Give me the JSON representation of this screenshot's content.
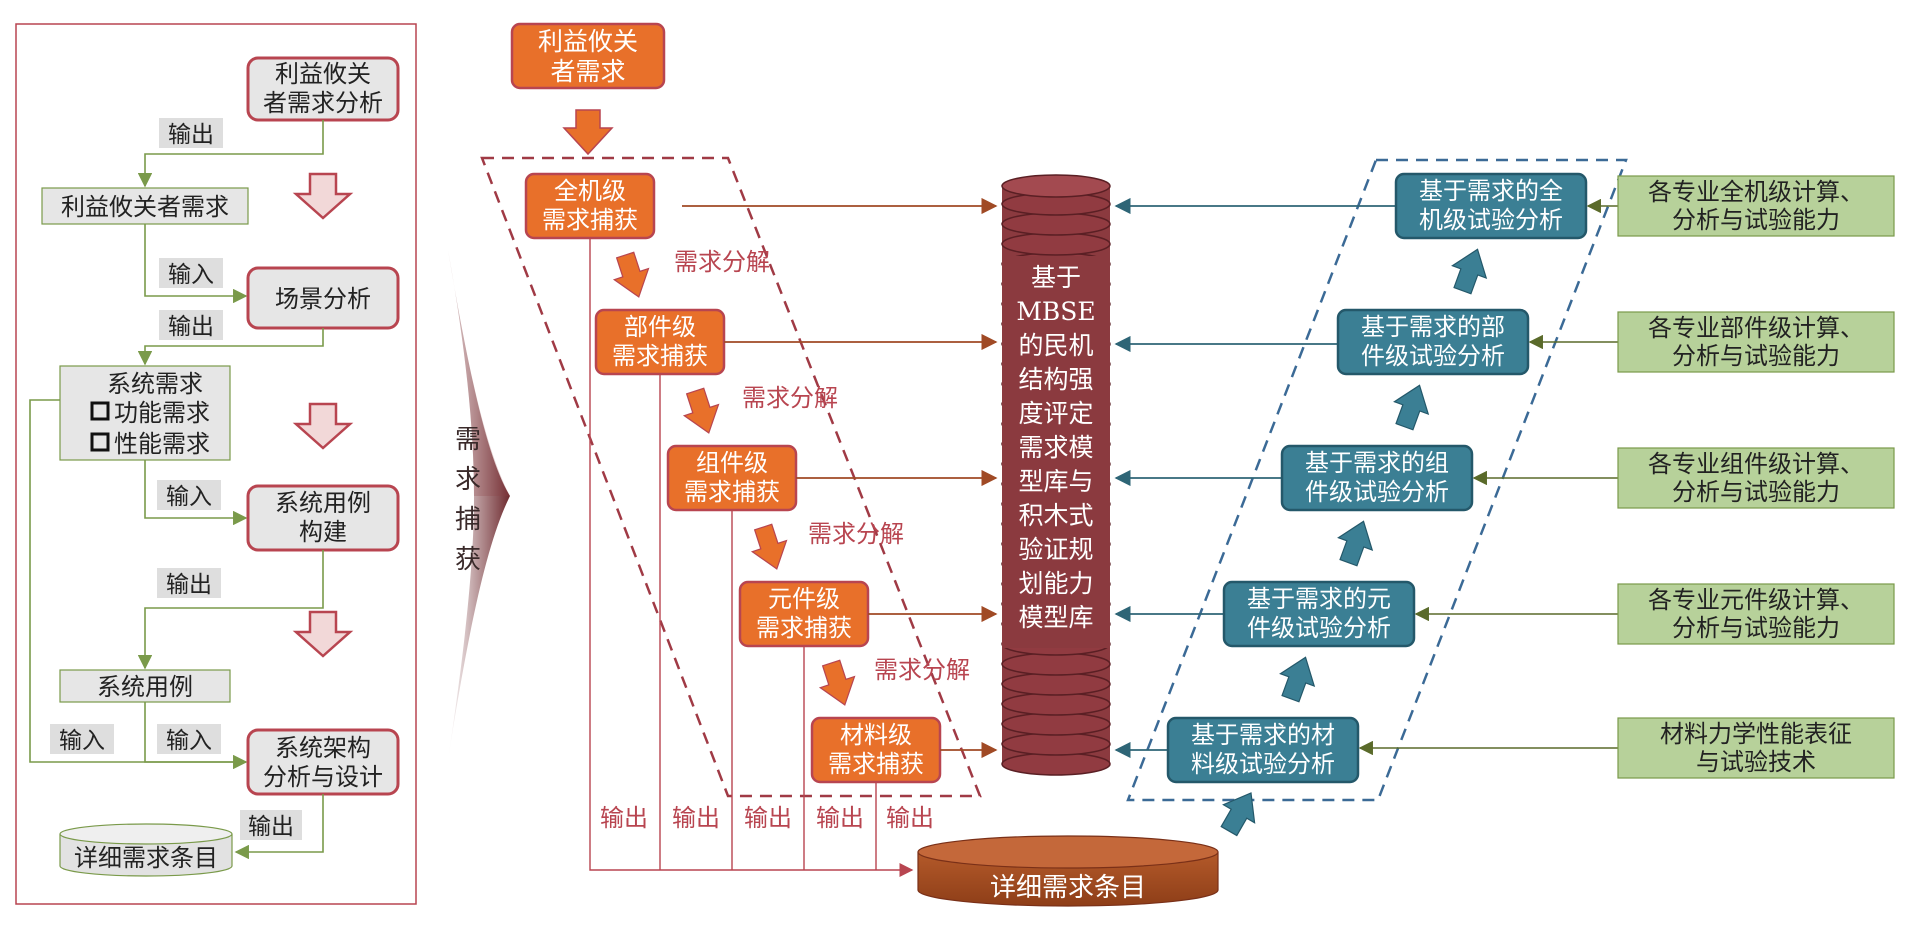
{
  "left_panel": {
    "stakeholder_analysis": [
      "利益攸关",
      "者需求分析"
    ],
    "stakeholder_req": "利益攸关者需求",
    "scenario": "场景分析",
    "system_req": [
      "系统需求",
      "功能需求",
      "性能需求"
    ],
    "usecase_build": [
      "系统用例",
      "构建"
    ],
    "usecase": "系统用例",
    "arch": [
      "系统架构",
      "分析与设计"
    ],
    "detail_req": "详细需求条目",
    "output_label": "输出",
    "input_label": "输入"
  },
  "capture_label": [
    "需",
    "求",
    "捕",
    "获"
  ],
  "center": {
    "top_box": [
      "利益攸关",
      "者需求"
    ],
    "levels": [
      [
        "全机级",
        "需求捕获"
      ],
      [
        "部件级",
        "需求捕获"
      ],
      [
        "组件级",
        "需求捕获"
      ],
      [
        "元件级",
        "需求捕获"
      ],
      [
        "材料级",
        "需求捕获"
      ]
    ],
    "decompose": "需求分解",
    "outputs": [
      "输出",
      "输出",
      "输出",
      "输出",
      "输出"
    ],
    "bottom_db": "详细需求条目",
    "cylinder_text": [
      "基于",
      "MBSE",
      "的民机",
      "结构强",
      "度评定",
      "需求模",
      "型库与",
      "积木式",
      "验证规",
      "划能力",
      "模型库"
    ]
  },
  "right": {
    "tests": [
      [
        "基于需求的全",
        "机级试验分析"
      ],
      [
        "基于需求的部",
        "件级试验分析"
      ],
      [
        "基于需求的组",
        "件级试验分析"
      ],
      [
        "基于需求的元",
        "件级试验分析"
      ],
      [
        "基于需求的材",
        "料级试验分析"
      ]
    ],
    "capabilities": [
      [
        "各专业全机级计算、",
        "分析与试验能力"
      ],
      [
        "各专业部件级计算、",
        "分析与试验能力"
      ],
      [
        "各专业组件级计算、",
        "分析与试验能力"
      ],
      [
        "各专业元件级计算、",
        "分析与试验能力"
      ],
      [
        "材料力学性能表征",
        "与试验技术"
      ]
    ]
  },
  "colors": {
    "orange": "#e8702a",
    "red_border": "#b84550",
    "teal": "#3b7f94",
    "green": "#b7d19a",
    "dark_red": "#8b3a3f",
    "brown": "#a04a25"
  }
}
